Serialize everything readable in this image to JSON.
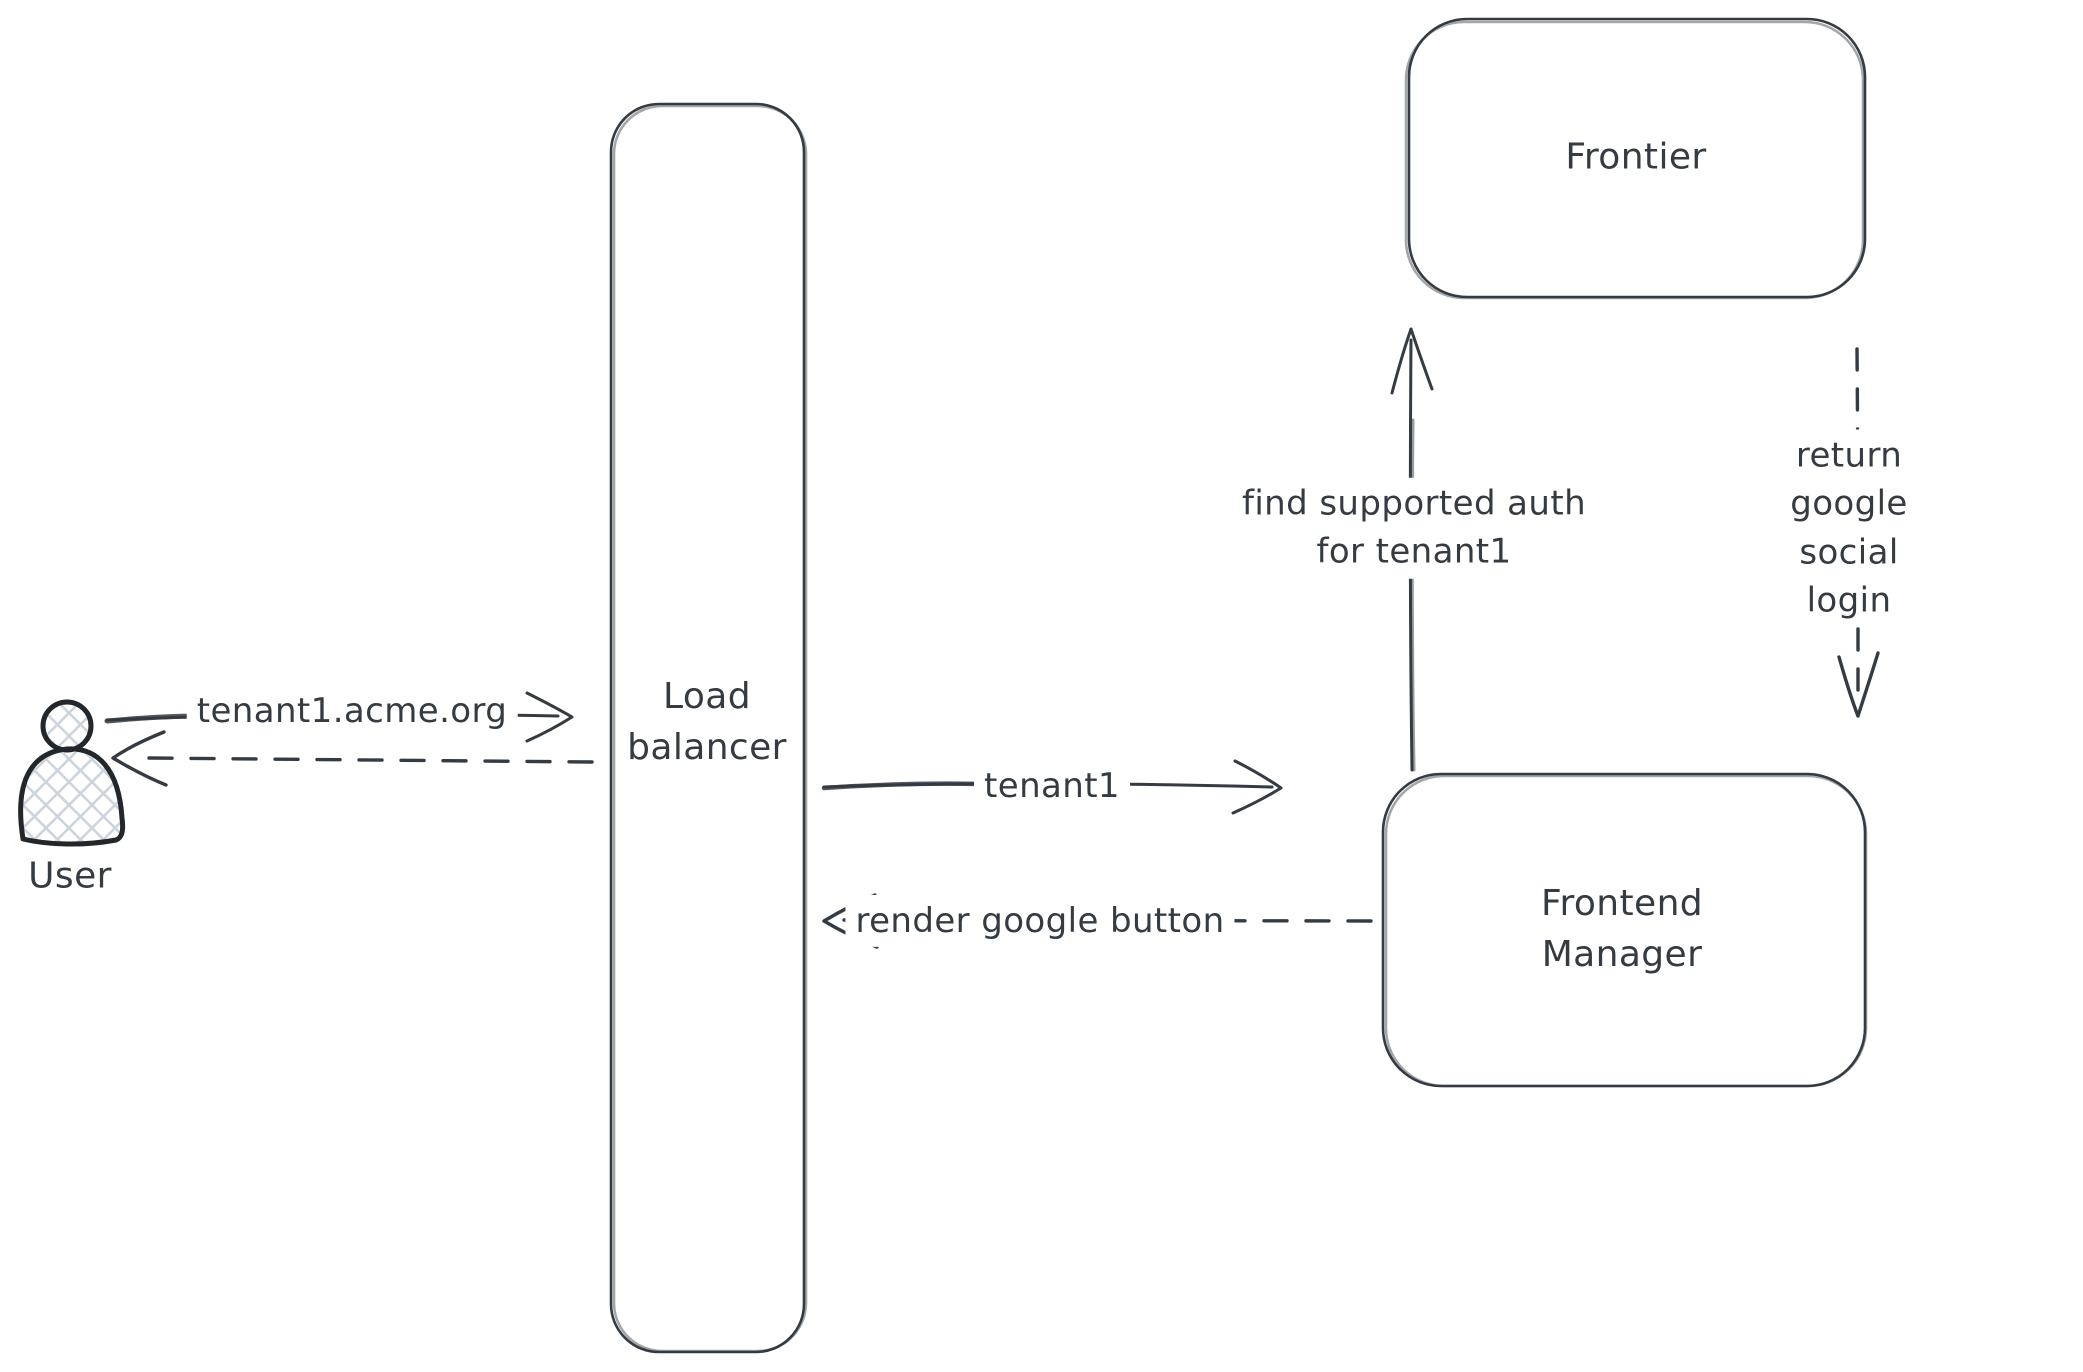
{
  "diagram": {
    "background_color": "#ffffff",
    "stroke_color": "#343b42",
    "hatch_fill_color": "#ccd5de",
    "actor": {
      "label": "User"
    },
    "nodes": {
      "load_balancer": {
        "label": "Load\nbalancer"
      },
      "frontier": {
        "label": "Frontier"
      },
      "frontend_manager": {
        "label": "Frontend\nManager"
      }
    },
    "edges": {
      "user_request": {
        "label": "tenant1.acme.org",
        "style": "solid",
        "direction": "user to load balancer"
      },
      "user_response": {
        "label": "",
        "style": "dashed",
        "direction": "load balancer to user"
      },
      "tenant_forward": {
        "label": "tenant1",
        "style": "solid",
        "direction": "load balancer to frontend manager"
      },
      "render_button": {
        "label": "render google button",
        "style": "dashed",
        "direction": "frontend manager to load balancer"
      },
      "find_auth": {
        "label": "find supported auth\nfor tenant1",
        "style": "solid",
        "direction": "frontend manager to frontier"
      },
      "return_login": {
        "label": "return google social\nlogin",
        "style": "dashed",
        "direction": "frontier to frontend manager"
      }
    }
  }
}
